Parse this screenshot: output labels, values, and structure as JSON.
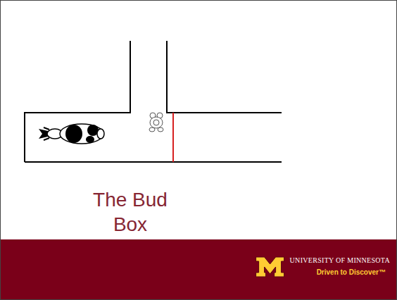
{
  "diagram": {
    "title": "The Bud Box",
    "labels": [
      "UNIVERSITY OF MINNESOTA",
      "Driven to Discover™"
    ]
  }
}
